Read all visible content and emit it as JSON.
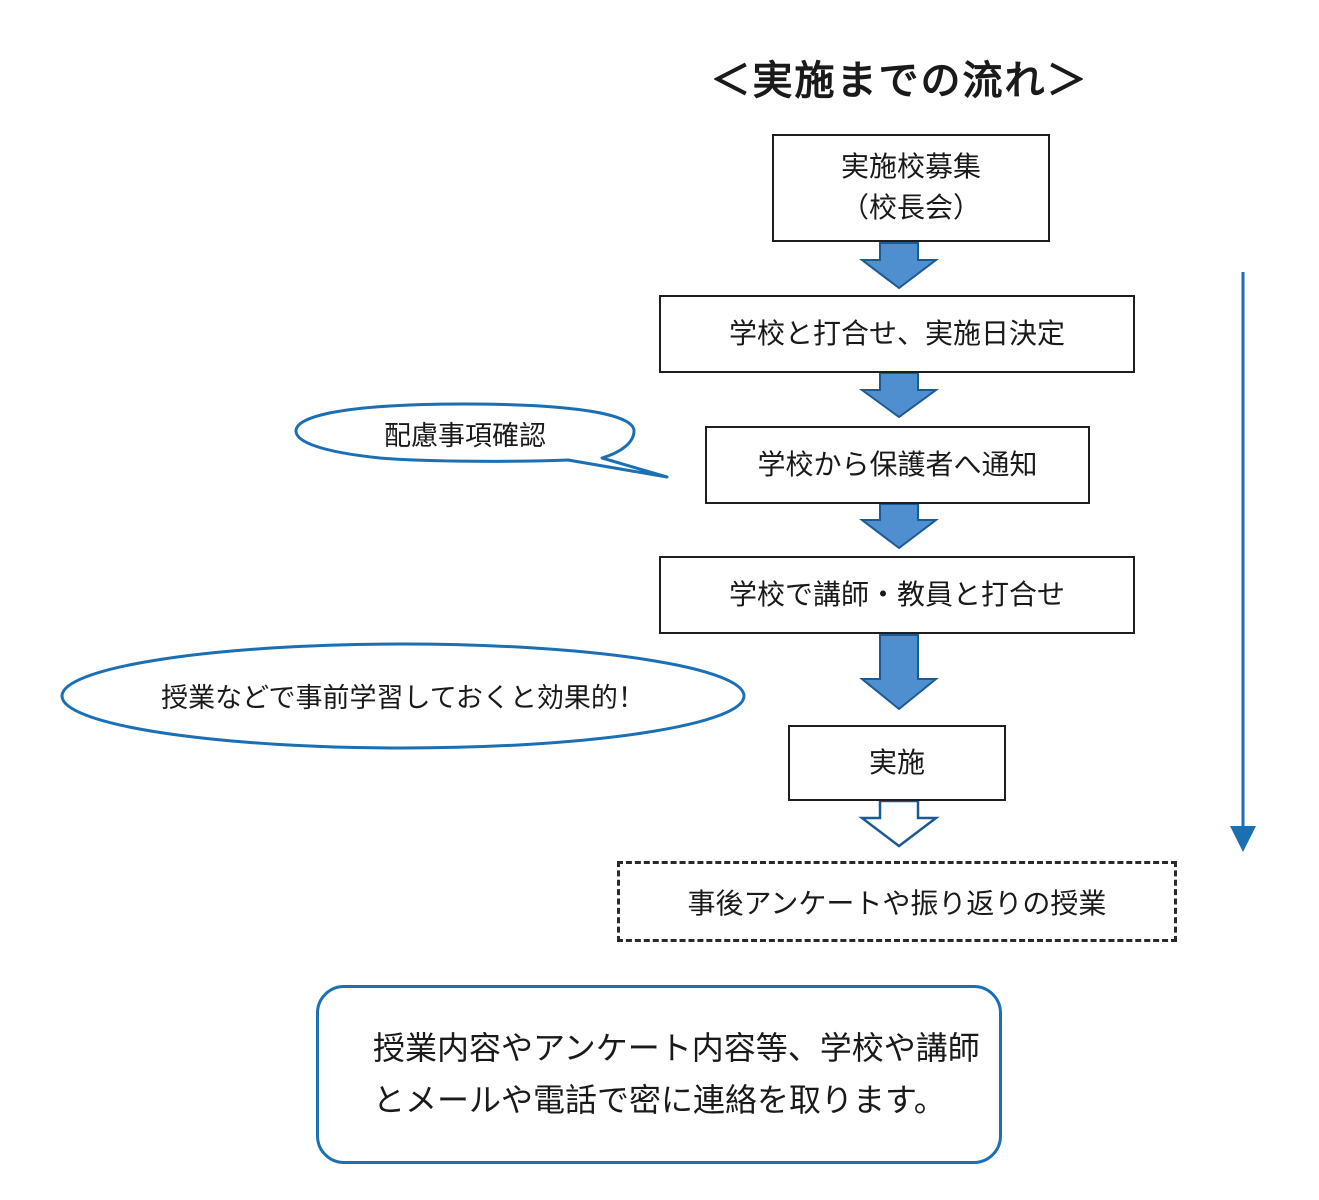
{
  "title": "＜実施までの流れ＞",
  "steps": [
    {
      "lines": [
        "実施校募集",
        "（校長会）"
      ]
    },
    {
      "lines": [
        "学校と打合せ、実施日決定"
      ]
    },
    {
      "lines": [
        "学校から保護者へ通知"
      ]
    },
    {
      "lines": [
        "学校で講師・教員と打合せ"
      ]
    },
    {
      "lines": [
        "実施"
      ]
    }
  ],
  "followup": "事後アンケートや振り返りの授業",
  "callouts": {
    "consideration": "配慮事項確認",
    "prior_learning": "授業などで事前学習しておくと効果的！"
  },
  "note": {
    "line1": "授業内容やアンケート内容等、学校や講師",
    "line2": "とメールや電話で密に連絡を取ります。"
  },
  "colors": {
    "arrow_fill": "#4f8fcf",
    "arrow_stroke": "#1c5a96",
    "accent_blue": "#1a6fb5",
    "box_border": "#1f1f1f"
  }
}
